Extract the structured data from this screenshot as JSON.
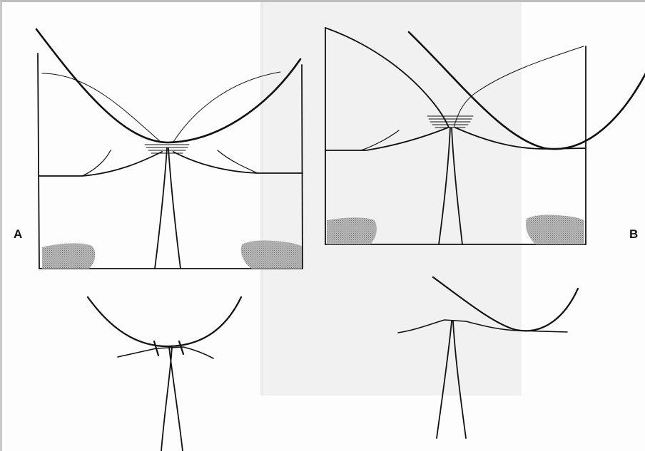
{
  "figure": {
    "panels": [
      {
        "id": "A",
        "label": "A"
      },
      {
        "id": "B",
        "label": "B"
      }
    ]
  },
  "colors": {
    "line": "#111111",
    "shading": "#a9a9a9",
    "page_shadow": "#ececec"
  }
}
